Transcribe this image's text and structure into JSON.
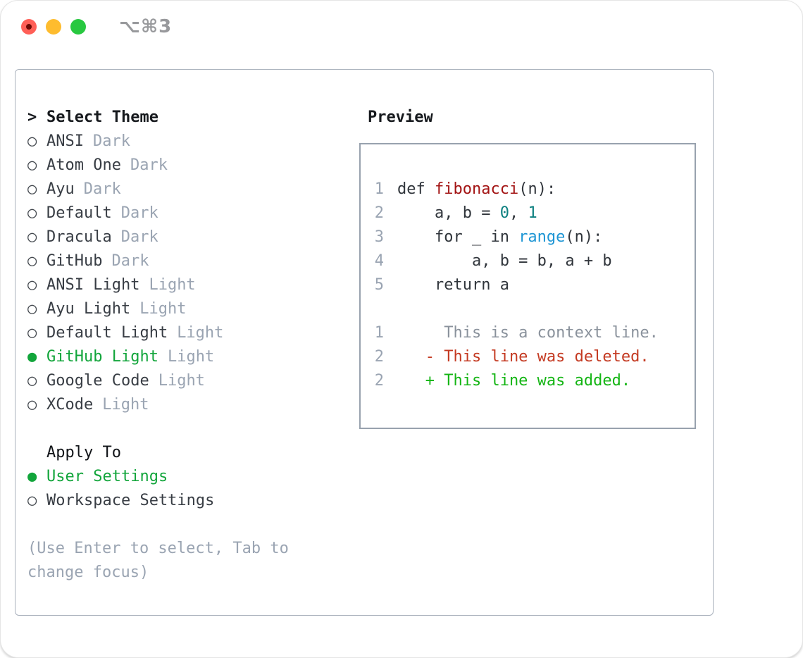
{
  "window": {
    "title": "⌥⌘3",
    "traffic_lights": [
      "close",
      "minimize",
      "zoom"
    ]
  },
  "colors": {
    "accent_green": "#12a53b",
    "added_green": "#14b514",
    "deleted_red": "#c43a22",
    "function_red": "#a31414",
    "number_teal": "#0d8080",
    "builtin_blue": "#1d95d4",
    "muted_gray": "#9aa4b2",
    "traffic_red": "#ff5f57",
    "traffic_yellow": "#febc2e",
    "traffic_green": "#28c840"
  },
  "theme_picker": {
    "header_marker": ">",
    "header": "Select Theme",
    "marker_unselected": "○",
    "marker_selected": "●",
    "items": [
      {
        "name": "ANSI",
        "tag": "Dark",
        "selected": false
      },
      {
        "name": "Atom One",
        "tag": "Dark",
        "selected": false
      },
      {
        "name": "Ayu",
        "tag": "Dark",
        "selected": false
      },
      {
        "name": "Default",
        "tag": "Dark",
        "selected": false
      },
      {
        "name": "Dracula",
        "tag": "Dark",
        "selected": false
      },
      {
        "name": "GitHub",
        "tag": "Dark",
        "selected": false
      },
      {
        "name": "ANSI Light",
        "tag": "Light",
        "selected": false
      },
      {
        "name": "Ayu Light",
        "tag": "Light",
        "selected": false
      },
      {
        "name": "Default Light",
        "tag": "Light",
        "selected": false
      },
      {
        "name": "GitHub Light",
        "tag": "Light",
        "selected": true
      },
      {
        "name": "Google Code",
        "tag": "Light",
        "selected": false
      },
      {
        "name": "XCode",
        "tag": "Light",
        "selected": false
      }
    ],
    "apply_to": {
      "header": "Apply To",
      "options": [
        {
          "name": "User Settings",
          "selected": true
        },
        {
          "name": "Workspace Settings",
          "selected": false
        }
      ]
    },
    "help_lines": [
      "(Use Enter to select, Tab to",
      "change focus)"
    ]
  },
  "preview": {
    "header": "Preview",
    "code_lines": [
      {
        "no": "1",
        "segments": [
          {
            "text": "def ",
            "style": "default"
          },
          {
            "text": "fibonacci",
            "style": "function"
          },
          {
            "text": "(n):",
            "style": "default"
          }
        ]
      },
      {
        "no": "2",
        "segments": [
          {
            "text": "    a, b = ",
            "style": "default"
          },
          {
            "text": "0",
            "style": "number"
          },
          {
            "text": ", ",
            "style": "default"
          },
          {
            "text": "1",
            "style": "number"
          }
        ]
      },
      {
        "no": "3",
        "segments": [
          {
            "text": "    for _ in ",
            "style": "default"
          },
          {
            "text": "range",
            "style": "builtin"
          },
          {
            "text": "(n):",
            "style": "default"
          }
        ]
      },
      {
        "no": "4",
        "segments": [
          {
            "text": "        a, b = b, a + b",
            "style": "default"
          }
        ]
      },
      {
        "no": "5",
        "segments": [
          {
            "text": "    return a",
            "style": "default"
          }
        ]
      },
      {
        "no": "",
        "segments": []
      },
      {
        "no": "1",
        "segments": [
          {
            "text": "     This is a context line.",
            "style": "context"
          }
        ]
      },
      {
        "no": "2",
        "segments": [
          {
            "text": "   - This line was deleted.",
            "style": "deleted"
          }
        ]
      },
      {
        "no": "2",
        "segments": [
          {
            "text": "   + This line was added.",
            "style": "added"
          }
        ]
      }
    ]
  }
}
